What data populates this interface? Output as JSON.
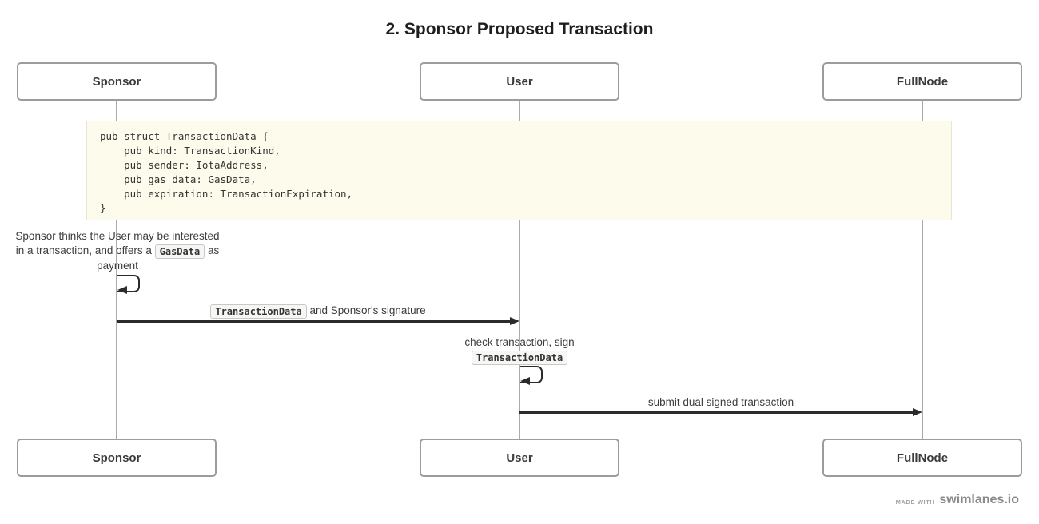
{
  "title": "2. Sponsor Proposed Transaction",
  "actors": {
    "top": [
      "Sponsor",
      "User",
      "FullNode"
    ],
    "bottom": [
      "Sponsor",
      "User",
      "FullNode"
    ]
  },
  "note_code": {
    "text": "pub struct TransactionData {\n    pub kind: TransactionKind,\n    pub sender: IotaAddress,\n    pub gas_data: GasData,\n    pub expiration: TransactionExpiration,\n}"
  },
  "self_message_1": {
    "text_before_chip": "Sponsor thinks the User may be interested in a transaction, and offers a ",
    "chip": "GasData",
    "text_after_chip": " as payment"
  },
  "message_1": {
    "chip": "TransactionData",
    "text": " and Sponsor's signature"
  },
  "self_message_2": {
    "line1": "check transaction, sign",
    "chip": "TransactionData"
  },
  "message_2": {
    "text": "submit dual signed transaction"
  },
  "footer": {
    "made_with": "MADE WITH",
    "brand": "swimlanes.io"
  },
  "colors": {
    "note_background": "#fdfcec",
    "note_border": "#e9e7d2",
    "arrow": "#2b2b2b",
    "lifeline": "#ababab",
    "box_border": "#9c9c9c"
  }
}
